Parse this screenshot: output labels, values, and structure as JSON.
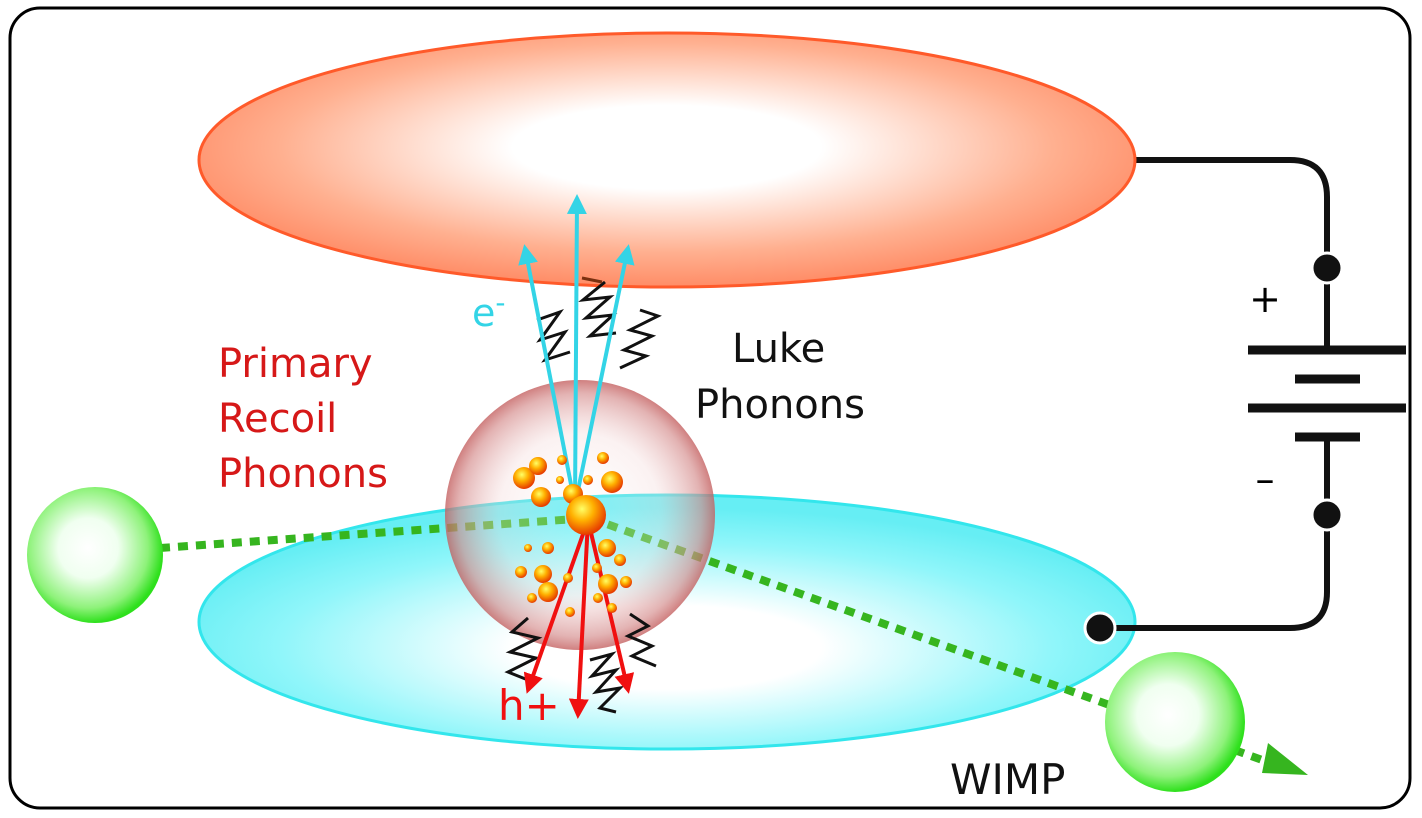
{
  "labels": {
    "electron": "e",
    "electron_sup": "-",
    "hole": "h+",
    "primary_recoil": [
      "Primary",
      "Recoil",
      "Phonons"
    ],
    "luke": [
      "Luke",
      "Phonons"
    ],
    "wimp": "WIMP",
    "plus": "+",
    "minus": "–"
  },
  "colors": {
    "frame": "#000000",
    "top_electrode": "#ff6a3d",
    "bottom_electrode": "#33e6ec",
    "wimp": "#2ee01c",
    "wimp_track": "#36b51f",
    "electron": "#33d4e6",
    "hole": "#f01010",
    "primary_text": "#d61818",
    "phonon_zigzag": "#111111",
    "recoil_cloud": "#c46060",
    "circuit": "#111111"
  }
}
